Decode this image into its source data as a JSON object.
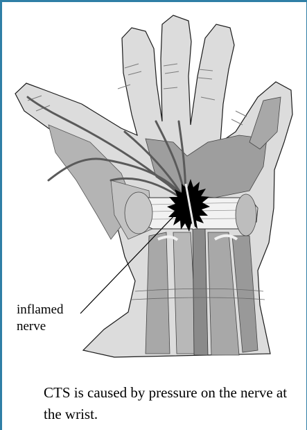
{
  "figure": {
    "label_line1": "inflamed",
    "label_line2": "nerve",
    "caption": "CTS is caused by pressure on the nerve at the wrist."
  },
  "colors": {
    "frame": "#2f7fa6",
    "hand_skin": "#dcdcdc",
    "tendon_mid": "#a8a8a8",
    "tendon_dark": "#8a8a8a",
    "nerve": "#555555",
    "inflammation": "#000000"
  }
}
